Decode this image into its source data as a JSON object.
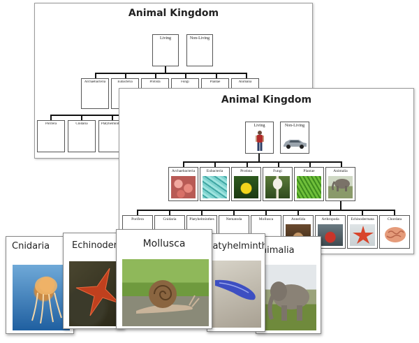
{
  "back_sheet": {
    "title": "Animal Kingdom",
    "level1": [
      "Living",
      "Non-Living"
    ],
    "level2": [
      "Archaebacteria",
      "Eubacteria",
      "Protista",
      "Fungi",
      "Plantae",
      "Animalia"
    ],
    "level3": [
      "Porifera",
      "Cnidaria",
      "Platyhelminthes"
    ]
  },
  "front_sheet": {
    "title": "Animal Kingdom",
    "level1": [
      "Living",
      "Non-Living"
    ],
    "level2": [
      "Archaebacteria",
      "Eubacteria",
      "Protista",
      "Fungi",
      "Plantae",
      "Animalia"
    ],
    "level3": [
      "Porifera",
      "Cnidaria",
      "Platyhelminthes",
      "Nematoda",
      "Mollusca",
      "Annelida",
      "Arthropoda",
      "Echinodermata",
      "Chordata"
    ]
  },
  "cards": {
    "cnidaria": "Cnidaria",
    "echinodermata": "Echinodermata",
    "mollusca": "Mollusca",
    "platyhelminthes": "Platyhelminthes",
    "animalia": "Animalia"
  },
  "colors": {
    "line": "#111111",
    "border": "#555555",
    "card_border": "#8a8a8a"
  }
}
